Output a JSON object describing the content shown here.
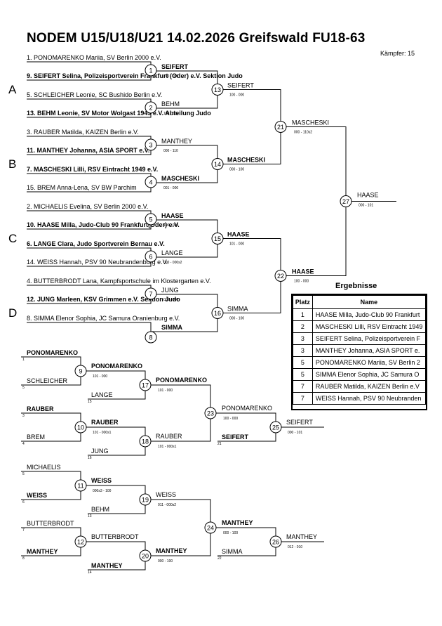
{
  "header": {
    "title": "NODEM U15/U18/U21  14.02.2026  Greifswald   FU18-63",
    "count_label": "Kämpfer: 15"
  },
  "groups": [
    "A",
    "B",
    "C",
    "D"
  ],
  "entries": [
    {
      "t": "1. PONOMARENKO Mariia, SV Berlin 2000 e.V.",
      "b": false
    },
    {
      "t": "9. SEIFERT Selina, Polizeisportverein Frankfurt (Oder) e.V. Sektion Judo",
      "b": true
    },
    {
      "t": "5. SCHLEICHER Leonie, SC Bushido Berlin e.V.",
      "b": false
    },
    {
      "t": "13. BEHM Leonie, SV Motor Wolgast 1949 e.V. Abteilung Judo",
      "b": true
    },
    {
      "t": "3. RAUBER Matilda, KAIZEN Berlin e.V.",
      "b": false
    },
    {
      "t": "11. MANTHEY Johanna, ASIA SPORT e.V.",
      "b": true
    },
    {
      "t": "7. MASCHESKI Lilli, RSV Eintracht 1949 e.V.",
      "b": true
    },
    {
      "t": "15. BREM Anna-Lena, SV BW Parchim",
      "b": false
    },
    {
      "t": "2. MICHAELIS Evelina, SV Berlin 2000 e.V.",
      "b": false
    },
    {
      "t": "10. HAASE Milla, Judo-Club 90 Frankfurt(Oder) e.V.",
      "b": true
    },
    {
      "t": "6. LANGE Clara, Judo Sportverein Bernau e.V.",
      "b": true
    },
    {
      "t": "14. WEISS Hannah, PSV 90 Neubrandenburg e.V.",
      "b": false
    },
    {
      "t": "4. BUTTERBRODT Lana, Kampfsportschule im Klostergarten e.V.",
      "b": false
    },
    {
      "t": "12. JUNG Marleen, KSV Grimmen e.V. Sektion Judo",
      "b": true
    },
    {
      "t": "8. SIMMA Elenor Sophia, JC Samura Oranienburg e.V.",
      "b": false
    }
  ],
  "main_fights": [
    {
      "n": "1",
      "w": "SEIFERT",
      "s": "100 - 000",
      "wb": true
    },
    {
      "n": "2",
      "w": "BEHM",
      "s": "100 - 000",
      "wb": false
    },
    {
      "n": "3",
      "w": "MANTHEY",
      "s": "000 - 110",
      "wb": false
    },
    {
      "n": "4",
      "w": "MASCHESKI",
      "s": "001 - 000",
      "wb": true
    },
    {
      "n": "5",
      "w": "HAASE",
      "s": "100 - 000",
      "wb": true
    },
    {
      "n": "6",
      "w": "LANGE",
      "s": "000 - 000s2",
      "wb": false
    },
    {
      "n": "7",
      "w": "JUNG",
      "s": "000 - 000",
      "wb": false
    },
    {
      "n": "8",
      "w": "SIMMA",
      "s": "",
      "wb": true
    },
    {
      "n": "13",
      "w": "SEIFERT",
      "s": "100 - 000",
      "wb": false
    },
    {
      "n": "14",
      "w": "MASCHESKI",
      "s": "000 - 100",
      "wb": true
    },
    {
      "n": "15",
      "w": "HAASE",
      "s": "101 - 000",
      "wb": true
    },
    {
      "n": "16",
      "w": "SIMMA",
      "s": "000 - 100",
      "wb": false
    },
    {
      "n": "21",
      "w": "MASCHESKI",
      "s": "000 - 110s2",
      "wb": false
    },
    {
      "n": "22",
      "w": "HAASE",
      "s": "100 - 000",
      "wb": true
    },
    {
      "n": "27",
      "w": "HAASE",
      "s": "000 - 101",
      "wb": false
    }
  ],
  "rep_names": [
    {
      "t": "PONOMARENKO",
      "n": "1",
      "b": true
    },
    {
      "t": "SCHLEICHER",
      "n": "5",
      "b": false
    },
    {
      "t": "RAUBER",
      "n": "3",
      "b": true
    },
    {
      "t": "BREM",
      "n": "4",
      "b": false
    },
    {
      "t": "MICHAELIS",
      "n": "5",
      "b": false
    },
    {
      "t": "WEISS",
      "n": "6",
      "b": true
    },
    {
      "t": "BUTTERBRODT",
      "n": "7",
      "b": false
    },
    {
      "t": "MANTHEY",
      "n": "8",
      "b": true
    }
  ],
  "rep_fights": [
    {
      "n": "9",
      "w": "PONOMARENKO",
      "s": "101 - 000",
      "wb": true,
      "in": {
        "t": "LANGE",
        "n": "15",
        "b": false
      }
    },
    {
      "n": "10",
      "w": "RAUBER",
      "s": "101 - 000s1",
      "wb": true,
      "in": {
        "t": "JUNG",
        "n": "16",
        "b": false
      }
    },
    {
      "n": "11",
      "w": "WEISS",
      "s": "000s3 - 100",
      "wb": true,
      "in": {
        "t": "BEHM",
        "n": "13",
        "b": false
      }
    },
    {
      "n": "12",
      "w": "BUTTERBRODT",
      "s": "",
      "wb": false,
      "in": {
        "t": "MANTHEY",
        "n": "14",
        "b": true
      }
    },
    {
      "n": "17",
      "w": "PONOMARENKO",
      "s": "101 - 000",
      "wb": true
    },
    {
      "n": "18",
      "w": "RAUBER",
      "s": "101 - 000s1",
      "wb": false
    },
    {
      "n": "19",
      "w": "WEISS",
      "s": "011 - 000s2",
      "wb": false
    },
    {
      "n": "20",
      "w": "MANTHEY",
      "s": "000 - 100",
      "wb": true
    },
    {
      "n": "23",
      "w": "PONOMARENKO",
      "s": "100 - 000",
      "wb": false,
      "in": {
        "t": "SEIFERT",
        "n": "21",
        "b": true
      }
    },
    {
      "n": "24",
      "w": "MANTHEY",
      "s": "000 - 100",
      "wb": true,
      "in": {
        "t": "SIMMA",
        "n": "22",
        "b": false
      }
    },
    {
      "n": "25",
      "w": "SEIFERT",
      "s": "000 - 101",
      "wb": false
    },
    {
      "n": "26",
      "w": "MANTHEY",
      "s": "012 - 010",
      "wb": false
    }
  ],
  "results": {
    "title": "Ergebnisse",
    "col_place": "Platz",
    "col_name": "Name",
    "rows": [
      {
        "place": "1",
        "name": "HAASE Milla, Judo-Club 90 Frankfurt"
      },
      {
        "place": "2",
        "name": "MASCHESKI Lilli, RSV Eintracht 1949"
      },
      {
        "place": "3",
        "name": "SEIFERT Selina, Polizeisportverein F"
      },
      {
        "place": "3",
        "name": "MANTHEY Johanna, ASIA SPORT e."
      },
      {
        "place": "5",
        "name": "PONOMARENKO Mariia, SV Berlin 2"
      },
      {
        "place": "5",
        "name": "SIMMA Elenor Sophia, JC Samura O"
      },
      {
        "place": "7",
        "name": "RAUBER Matilda, KAIZEN Berlin e.V"
      },
      {
        "place": "7",
        "name": "WEISS Hannah, PSV 90 Neubranden"
      }
    ]
  }
}
